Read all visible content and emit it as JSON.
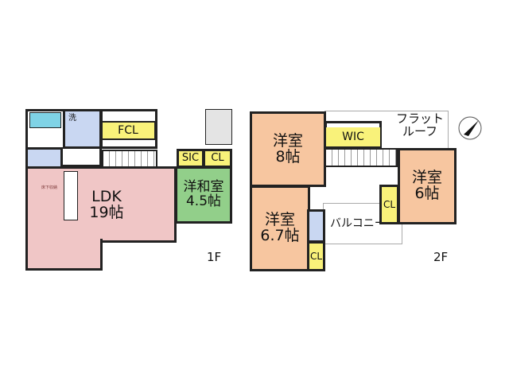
{
  "floor1": {
    "label": "1F",
    "rooms": {
      "ldk": {
        "name": "LDK",
        "size": "19帖"
      },
      "washitsu": {
        "name": "洋和室",
        "size": "4.5帖"
      },
      "fcl": "FCL",
      "sic": "SIC",
      "cl": "CL",
      "wash": "洗",
      "underfloor": "床下収納"
    }
  },
  "floor2": {
    "label": "2F",
    "rooms": {
      "room8": {
        "name": "洋室",
        "size": "8帖"
      },
      "room67": {
        "name": "洋室",
        "size": "6.7帖"
      },
      "room6": {
        "name": "洋室",
        "size": "6帖"
      },
      "wic": "WIC",
      "cl_a": "CL",
      "cl_b": "CL",
      "balcony": "バルコニー",
      "flat_roof": [
        "フラット",
        "ルーフ"
      ]
    }
  },
  "colors": {
    "ldk": "#f0c6c6",
    "washitsu": "#92cf8a",
    "bedroom": "#f7c6a0",
    "storage": "#f9f27a",
    "water": "#c9d7f2"
  }
}
